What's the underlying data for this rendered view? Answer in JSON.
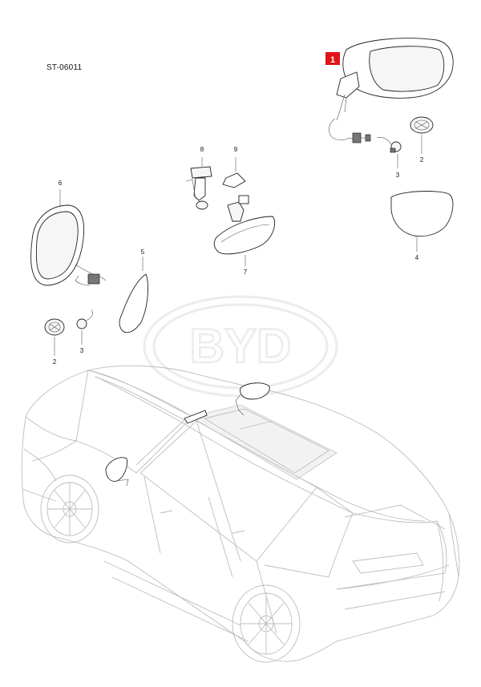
{
  "diagram_code": "ST-06011",
  "watermark_text": "BYD",
  "highlight": {
    "number": "1",
    "color": "#e0141a"
  },
  "callouts": {
    "exterior_mirror_2": "2",
    "exterior_mirror_3": "3",
    "exterior_glass_4": "4",
    "left_glass_5": "5",
    "left_mirror_6": "6",
    "interior_mirror_7": "7",
    "bracket_8": "8",
    "clip_9": "9",
    "left_motor_2": "2",
    "left_conn_3": "3"
  }
}
